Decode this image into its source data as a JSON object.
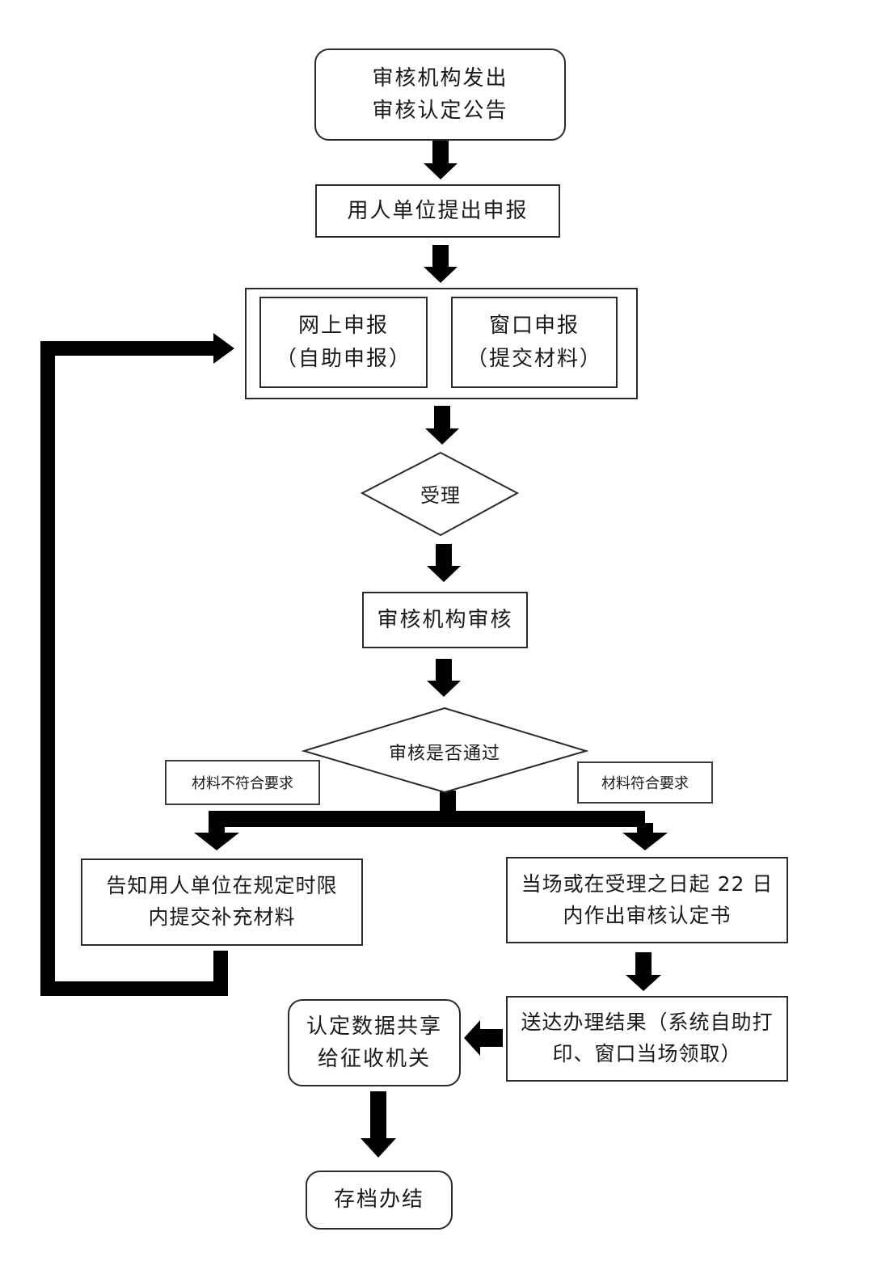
{
  "nodes": {
    "announce": {
      "lines": [
        "审核机构发出",
        "审核认定公告"
      ]
    },
    "declare": {
      "lines": [
        "用人单位提出申报"
      ]
    },
    "online": {
      "lines": [
        "网上申报",
        "（自助申报）"
      ]
    },
    "window_submit": {
      "lines": [
        "窗口申报",
        "（提交材料）"
      ]
    },
    "accept": {
      "lines": [
        "受理"
      ]
    },
    "review": {
      "lines": [
        "审核机构审核"
      ]
    },
    "decision": {
      "lines": [
        "审核是否通过"
      ]
    },
    "fail_note": {
      "lines": [
        "材料不符合要求"
      ]
    },
    "pass_note": {
      "lines": [
        "材料符合要求"
      ]
    },
    "notify": {
      "lines": [
        "告知用人单位在规定时限",
        "内提交补充材料"
      ]
    },
    "issue": {
      "lines": [
        "当场或在受理之日起 22 日",
        "内作出审核认定书"
      ]
    },
    "deliver": {
      "lines": [
        "送达办理结果（系统自助打",
        "印、窗口当场领取）"
      ]
    },
    "share": {
      "lines": [
        "认定数据共享",
        "给征收机关"
      ]
    },
    "archive": {
      "lines": [
        "存档办结"
      ]
    }
  }
}
